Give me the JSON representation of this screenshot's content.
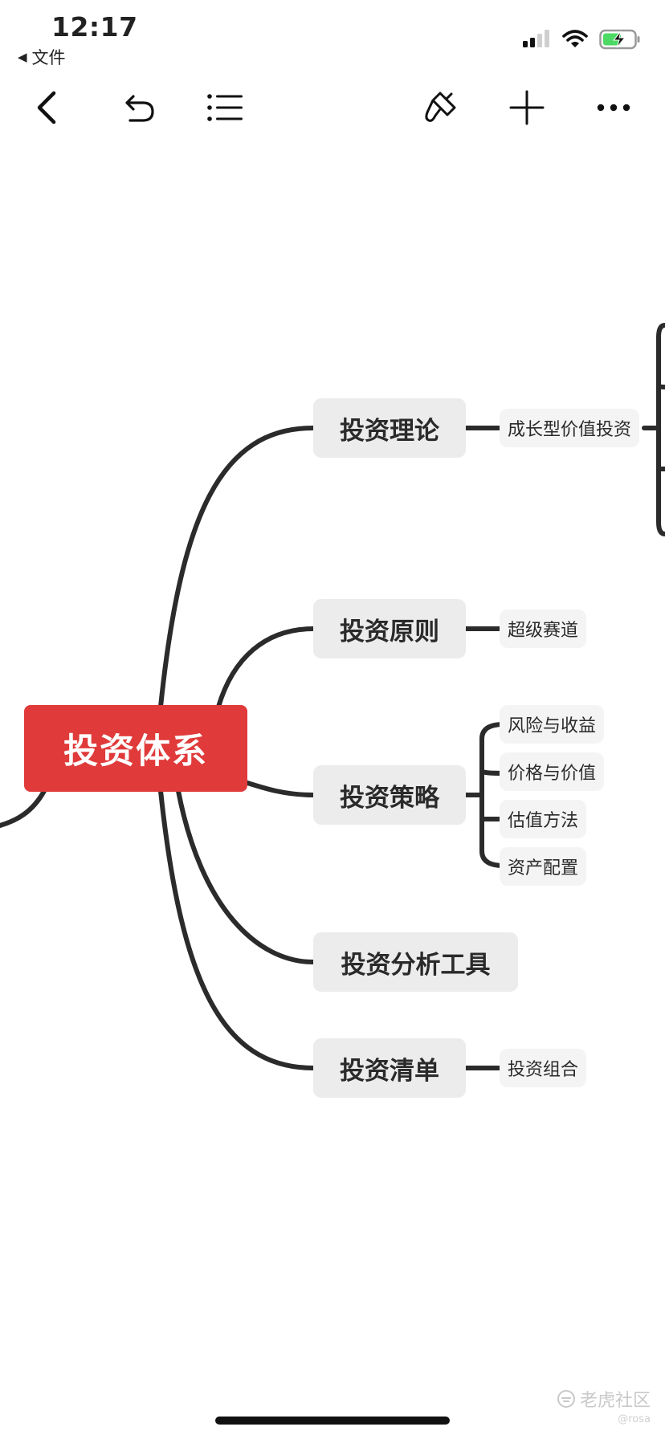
{
  "status_bar": {
    "time": "12:17",
    "back_label": "文件",
    "back_icon": "back-triangle-icon",
    "icons": [
      "cellular-signal-icon",
      "wifi-icon",
      "battery-charging-icon"
    ]
  },
  "toolbar": {
    "buttons": [
      "back-chevron-icon",
      "undo-icon",
      "outline-list-icon",
      "brush-icon",
      "add-icon",
      "more-icon"
    ]
  },
  "mindmap": {
    "root": "投资体系",
    "branches": [
      {
        "label": "投资理论",
        "children": [
          "成长型价值投资"
        ]
      },
      {
        "label": "投资原则",
        "children": [
          "超级赛道"
        ]
      },
      {
        "label": "投资策略",
        "children": [
          "风险与收益",
          "价格与价值",
          "估值方法",
          "资产配置"
        ]
      },
      {
        "label": "投资分析工具",
        "children": []
      },
      {
        "label": "投资清单",
        "children": [
          "投资组合"
        ]
      }
    ]
  },
  "colors": {
    "root": "#e03a3a",
    "branch_bg": "#ececec",
    "leaf_bg": "#f4f4f4",
    "connector": "#2b2b2b"
  },
  "watermark": {
    "brand": "老虎社区",
    "user": "@rosa"
  }
}
